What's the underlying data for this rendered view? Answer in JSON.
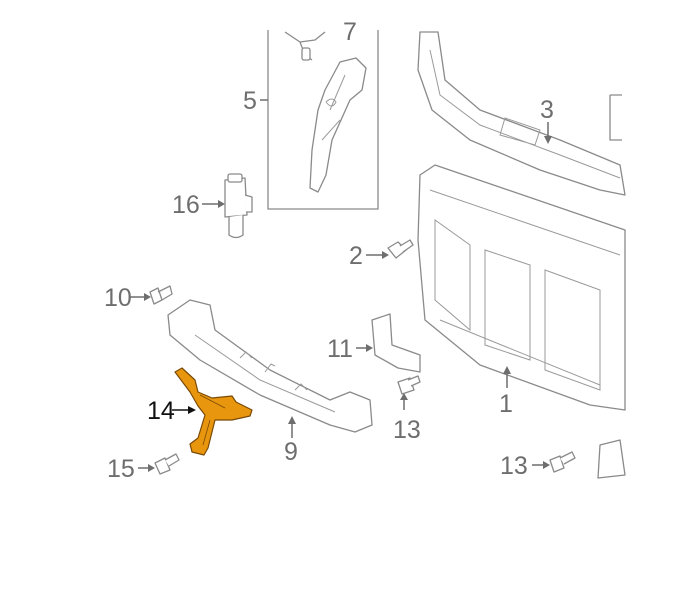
{
  "diagram": {
    "callouts": [
      {
        "id": "7",
        "label": "7",
        "part": "hinge-bracket"
      },
      {
        "id": "5",
        "label": "5",
        "part": "side-support-panel"
      },
      {
        "id": "16",
        "label": "16",
        "part": "sensor"
      },
      {
        "id": "3",
        "label": "3",
        "part": "upper-tie-bar"
      },
      {
        "id": "2",
        "label": "2",
        "part": "bolt"
      },
      {
        "id": "10",
        "label": "10",
        "part": "clip"
      },
      {
        "id": "11",
        "label": "11",
        "part": "air-deflector"
      },
      {
        "id": "1",
        "label": "1",
        "part": "radiator-support"
      },
      {
        "id": "13a",
        "label": "13",
        "part": "bolt"
      },
      {
        "id": "14",
        "label": "14",
        "part": "lower-bracket",
        "highlighted": true
      },
      {
        "id": "9",
        "label": "9",
        "part": "lower-tie-bar"
      },
      {
        "id": "15",
        "label": "15",
        "part": "bolt"
      },
      {
        "id": "13b",
        "label": "13",
        "part": "bolt"
      }
    ],
    "highlight_color": "#e9960f",
    "line_color": "#8a8a8a"
  }
}
